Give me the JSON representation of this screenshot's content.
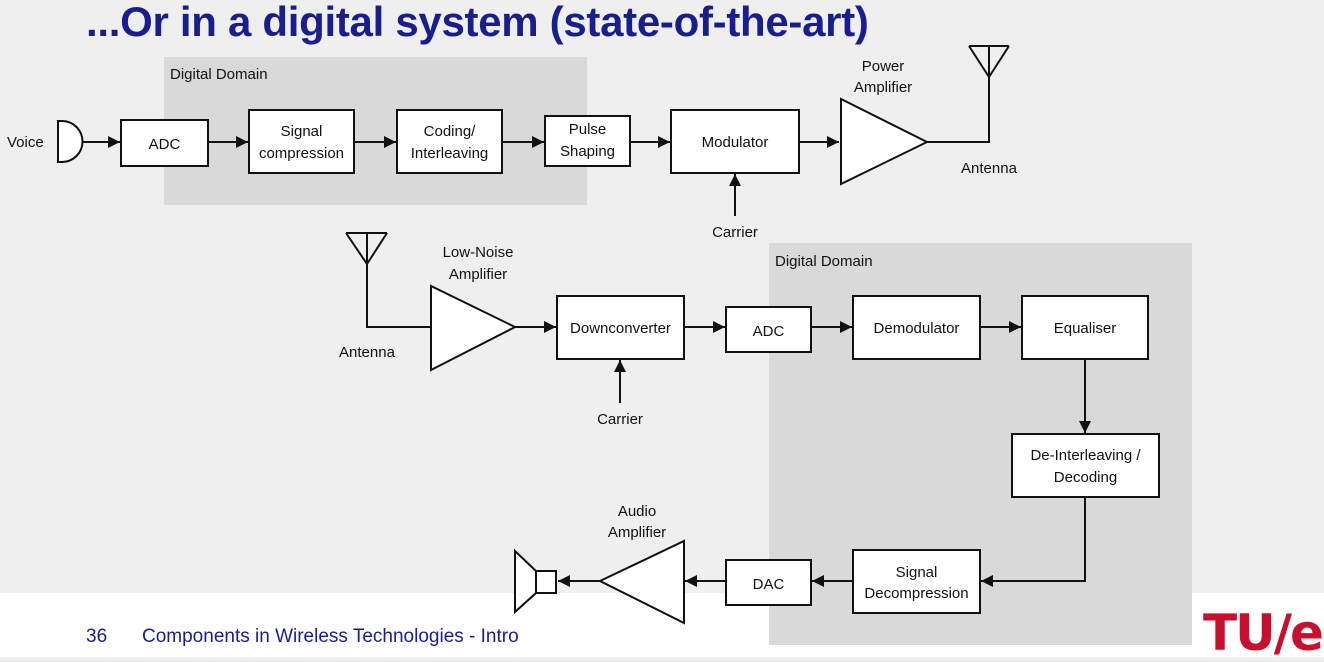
{
  "slide": {
    "title": "...Or in a digital system (state-of-the-art)",
    "page_number": "36",
    "footer": "Components in Wireless Technologies - Intro",
    "logo": "TU/e"
  },
  "transmitter": {
    "domain_label": "Digital Domain",
    "input_label": "Voice",
    "blocks": {
      "adc": "ADC",
      "signal_compression_1": "Signal",
      "signal_compression_2": "compression",
      "coding_1": "Coding/",
      "coding_2": "Interleaving",
      "pulse_1": "Pulse",
      "pulse_2": "Shaping",
      "modulator": "Modulator"
    },
    "amp_label_1": "Power",
    "amp_label_2": "Amplifier",
    "carrier_label": "Carrier",
    "antenna_label": "Antenna"
  },
  "receiver": {
    "domain_label": "Digital Domain",
    "antenna_label": "Antenna",
    "lna_label_1": "Low-Noise",
    "lna_label_2": "Amplifier",
    "carrier_label": "Carrier",
    "blocks": {
      "downconverter": "Downconverter",
      "adc": "ADC",
      "demodulator": "Demodulator",
      "equaliser": "Equaliser",
      "deinterleaving_1": "De-Interleaving /",
      "deinterleaving_2": "Decoding",
      "decompression_1": "Signal",
      "decompression_2": "Decompression",
      "dac": "DAC"
    },
    "audio_amp_label_1": "Audio",
    "audio_amp_label_2": "Amplifier"
  }
}
